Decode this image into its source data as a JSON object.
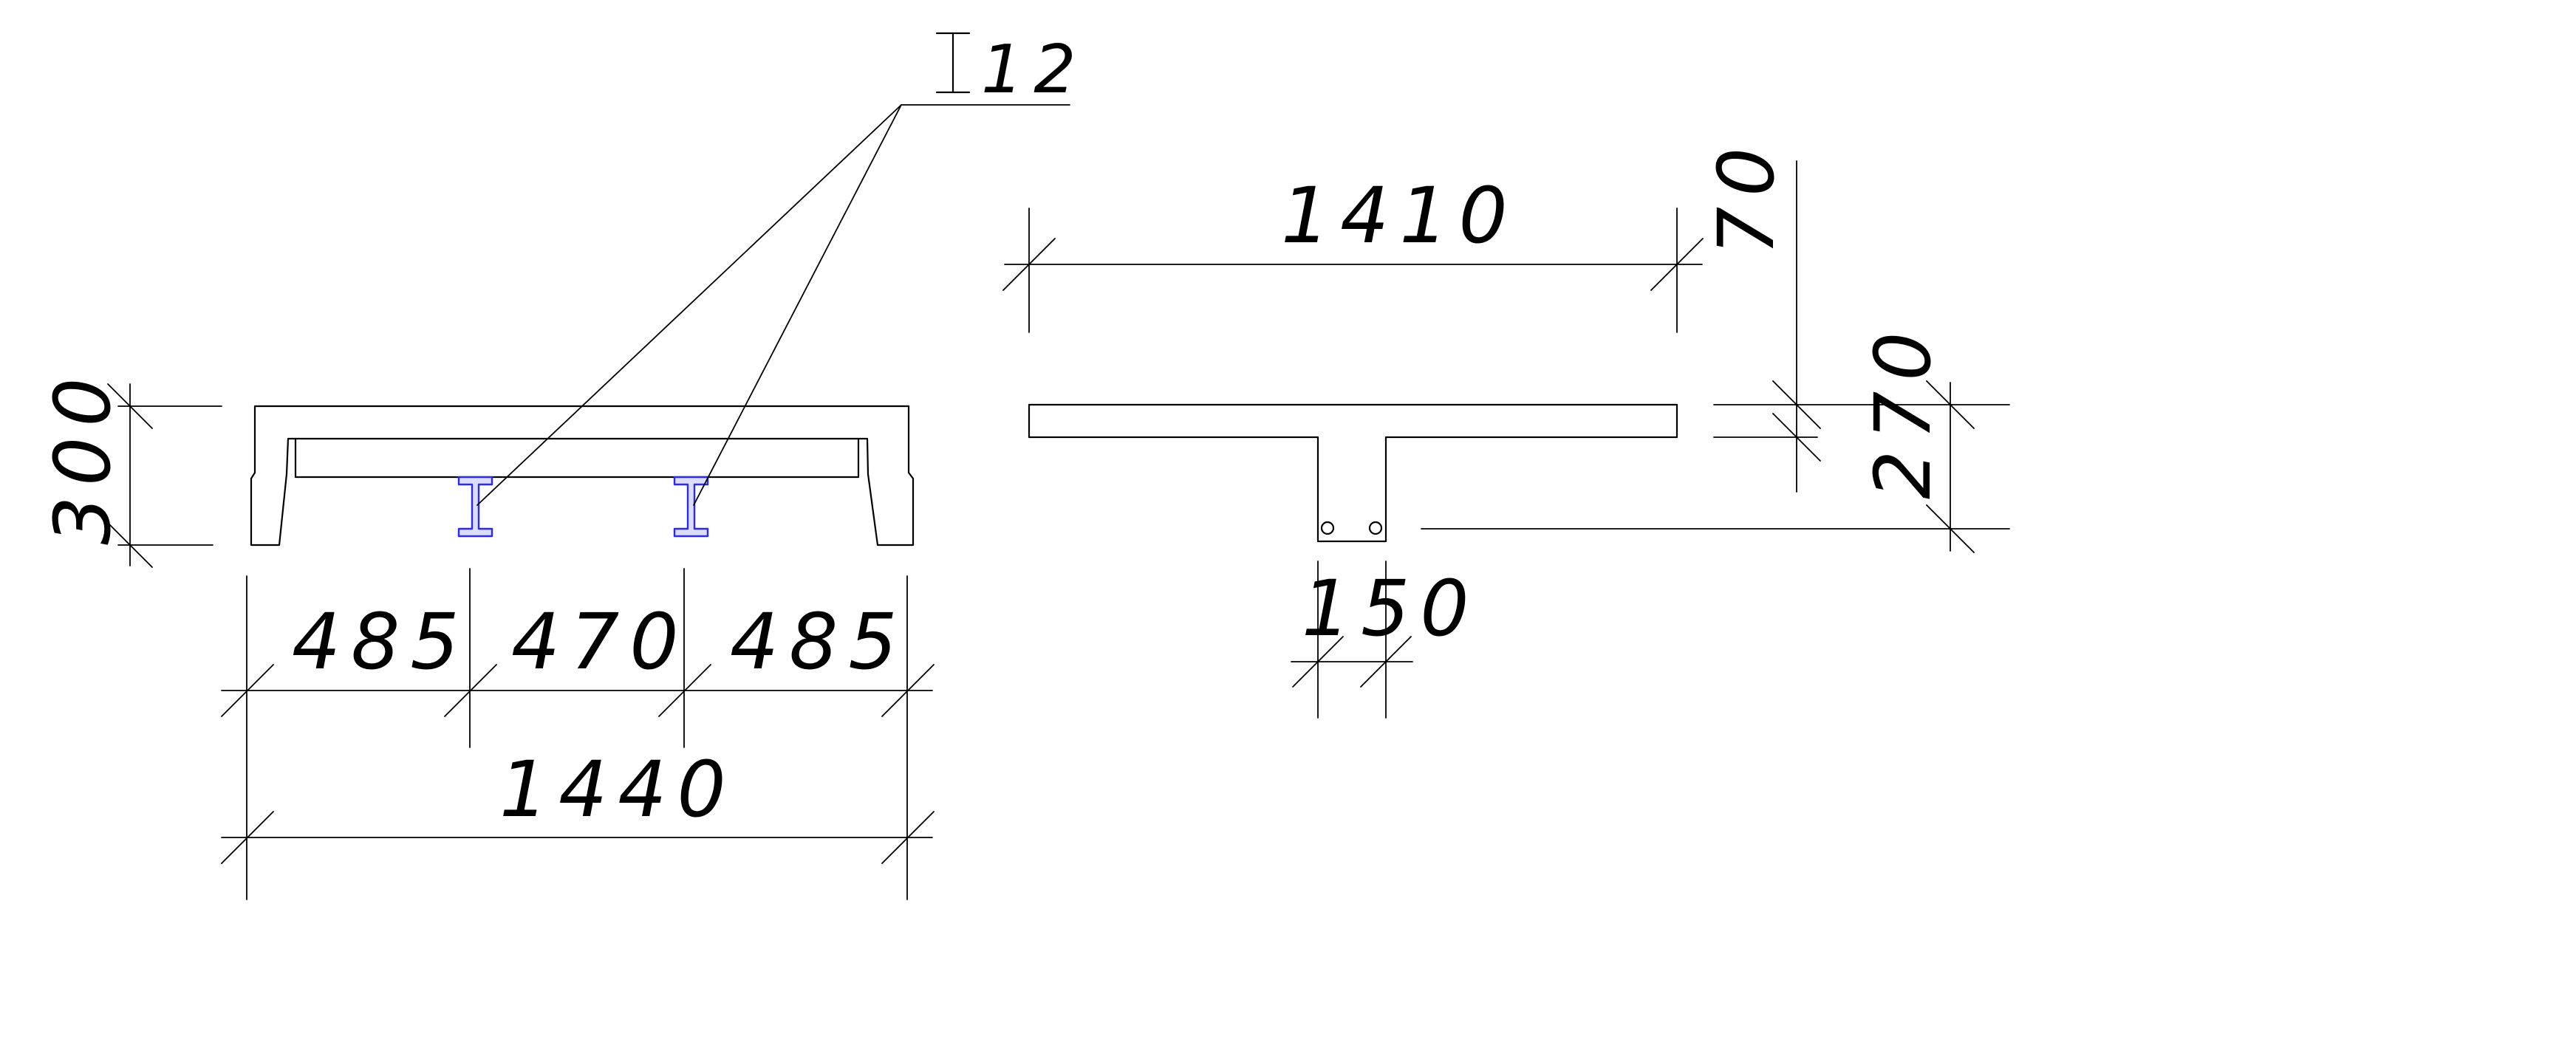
{
  "dimensions": {
    "left_section": {
      "height": "300",
      "spacing": [
        "485",
        "470",
        "485"
      ],
      "overall_width": "1440"
    },
    "right_section": {
      "flange_width": "1410",
      "flange_thickness": "70",
      "total_height": "270",
      "rib_width": "150"
    }
  },
  "callout": {
    "profile_number": "12",
    "profile_symbol": "I-beam-icon"
  },
  "colors": {
    "line": "#000000",
    "steel_profile": "#2a2af0",
    "background": "#ffffff"
  }
}
